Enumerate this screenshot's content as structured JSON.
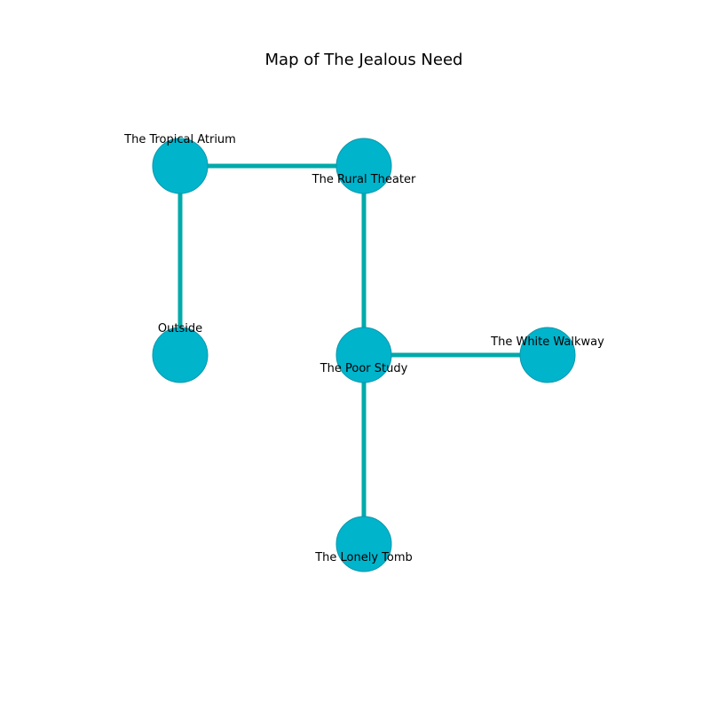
{
  "title": "Map of The Jealous Need",
  "colors": {
    "node_fill": "#00b4cc",
    "node_stroke": "#0a97ab",
    "edge": "#00aaaa",
    "text": "#000000",
    "background": "#ffffff"
  },
  "nodes": [
    {
      "id": "tropical-atrium",
      "label": "The Tropical Atrium"
    },
    {
      "id": "rural-theater",
      "label": "The Rural Theater"
    },
    {
      "id": "outside",
      "label": "Outside"
    },
    {
      "id": "poor-study",
      "label": "The Poor Study"
    },
    {
      "id": "white-walkway",
      "label": "The White Walkway"
    },
    {
      "id": "lonely-tomb",
      "label": "The Lonely Tomb"
    }
  ],
  "edges": [
    {
      "from": "tropical-atrium",
      "to": "rural-theater"
    },
    {
      "from": "tropical-atrium",
      "to": "outside"
    },
    {
      "from": "rural-theater",
      "to": "poor-study"
    },
    {
      "from": "poor-study",
      "to": "white-walkway"
    },
    {
      "from": "poor-study",
      "to": "lonely-tomb"
    }
  ]
}
